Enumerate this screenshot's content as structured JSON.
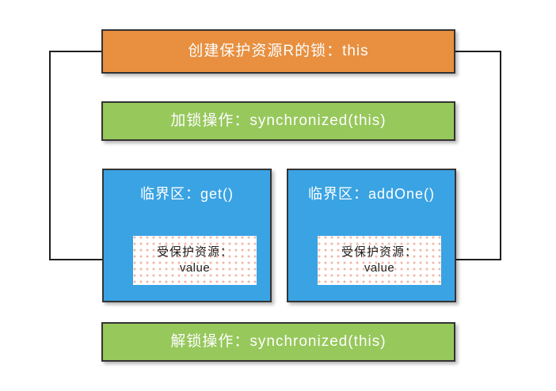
{
  "diagram": {
    "title_note": "synchronized lock protecting shared resource",
    "nodes": {
      "lock_create": {
        "label": "创建保护资源R的锁：this",
        "color": "#e8903f"
      },
      "lock_op": {
        "label": "加锁操作：synchronized(this)",
        "color": "#97c85b"
      },
      "unlock_op": {
        "label": "解锁操作：synchronized(this)",
        "color": "#97c85b"
      },
      "critical_get": {
        "label": "临界区：get()",
        "color": "#3aa3e3",
        "resource": {
          "line1": "受保护资源：",
          "line2": "value"
        }
      },
      "critical_addone": {
        "label": "临界区：addOne()",
        "color": "#3aa3e3",
        "resource": {
          "line1": "受保护资源：",
          "line2": "value"
        }
      }
    },
    "connectors": [
      {
        "name": "lock-to-get-resource",
        "from": "lock_create",
        "to": "critical_get.resource",
        "side": "left",
        "arrow": "right"
      },
      {
        "name": "lock-to-addone-resource",
        "from": "lock_create",
        "to": "critical_addone.resource",
        "side": "right",
        "arrow": "left"
      }
    ],
    "colors": {
      "line": "#1e1e1e",
      "border": "#333333",
      "background": "#ffffff",
      "resource_dot": "#f0b9a8"
    }
  }
}
